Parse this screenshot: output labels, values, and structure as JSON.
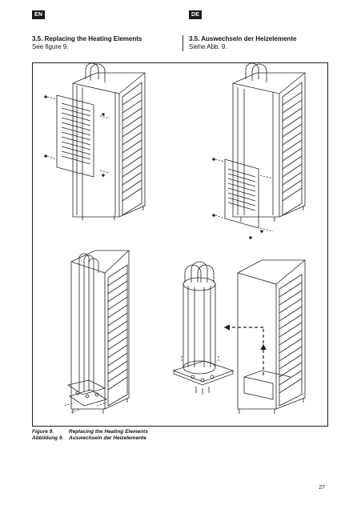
{
  "header": {
    "lang_en": "EN",
    "lang_de": "DE"
  },
  "section_en": {
    "title": "3.5. Replacing the Heating Elements",
    "subtitle": "See figure 9."
  },
  "section_de": {
    "title": "3.5.  Auswechseln der Heizelemente",
    "subtitle": "Siehe Abb. 9."
  },
  "figure": {
    "panels": [
      "remove-front-panel",
      "remove-lower-panel",
      "loosen-element-nuts",
      "element-assembly",
      "reinsert-elements"
    ]
  },
  "caption": {
    "en_number": "Figure 9.",
    "en_text": "Replacing the Heating Elements",
    "de_number": "Abbildung 9.",
    "de_text": "Auswechseln der Heizelemente"
  },
  "page": {
    "number": "27"
  }
}
